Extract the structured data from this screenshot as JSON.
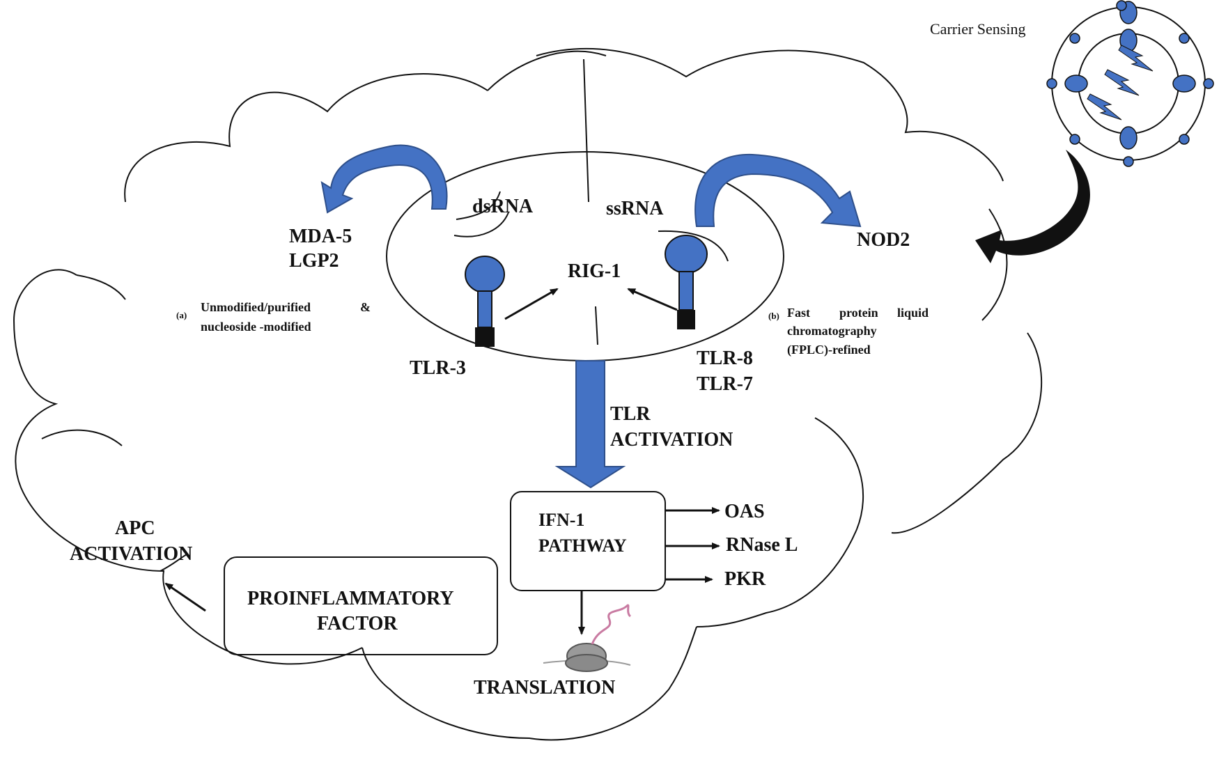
{
  "labels": {
    "carrier_sensing": "Carrier Sensing",
    "dsrna": "dsRNA",
    "ssrna": "ssRNA",
    "mda5": "MDA-5",
    "lgp2": "LGP2",
    "rig1": "RIG-1",
    "nod2": "NOD2",
    "tlr3": "TLR-3",
    "tlr8": "TLR-8",
    "tlr7": "TLR-7",
    "tlr_activation_1": "TLR",
    "tlr_activation_2": "ACTIVATION",
    "ifn_1": "IFN-1",
    "ifn_2": "PATHWAY",
    "oas": "OAS",
    "rnase_l": "RNase L",
    "pkr": "PKR",
    "apc_1": "APC",
    "apc_2": "ACTIVATION",
    "proinf_1": "PROINFLAMMATORY",
    "proinf_2": "FACTOR",
    "translation": "TRANSLATION"
  },
  "notes": {
    "a_marker": "(a)",
    "a_line1": "Unmodified/purified",
    "a_amp": "&",
    "a_line2": "nucleoside -modified",
    "b_marker": "(b)",
    "b_line1_w1": "Fast",
    "b_line1_w2": "protein",
    "b_line1_w3": "liquid",
    "b_line2": "chromatography",
    "b_line3": "(FPLC)-refined"
  },
  "colors": {
    "receptor_blue": "#4472c4",
    "arrow_blue": "#4472c4",
    "bolt_blue": "#4472c4",
    "outline": "#111111"
  }
}
